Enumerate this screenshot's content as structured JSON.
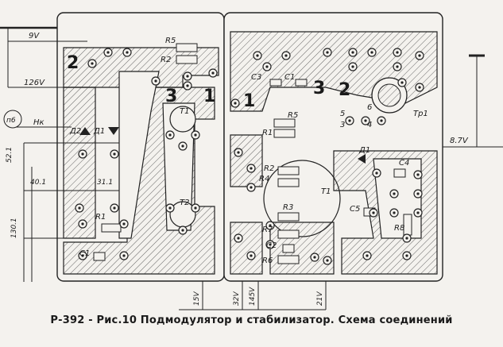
{
  "caption": "Р-392 - Рис.10 Подмодулятор и стабилизатор. Схема соединений",
  "left_board": {
    "components": [
      "Д2",
      "Д1",
      "R5",
      "R2",
      "T1",
      "T2",
      "R1",
      "C1"
    ],
    "contacts": [
      "2",
      "3",
      "1"
    ]
  },
  "right_board": {
    "components": [
      "C3",
      "C1",
      "R5",
      "R1",
      "R2",
      "R4",
      "Т1",
      "R3",
      "R7",
      "C2",
      "R6",
      "Д1",
      "C4",
      "C5",
      "R8",
      "Тр1"
    ],
    "contacts": [
      "1",
      "3",
      "2",
      "6",
      "5",
      "3",
      "4"
    ]
  },
  "external_labels": {
    "v9": "9V",
    "v126": "126V",
    "p6": "п6",
    "nk": "Нк",
    "w52": "52.1",
    "w401": "40.1",
    "w311": "31.1",
    "w1301": "130.1",
    "v87": "8.7V",
    "v15": "15V",
    "v32": "32V",
    "v145": "145V",
    "v21": "21V"
  }
}
